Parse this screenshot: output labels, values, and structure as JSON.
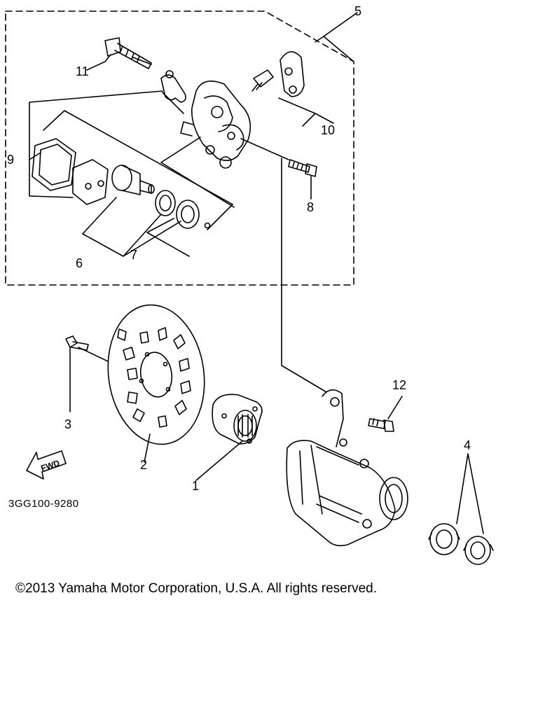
{
  "callouts": {
    "c1": "1",
    "c2": "2",
    "c3": "3",
    "c4": "4",
    "c5": "5",
    "c6": "6",
    "c7": "7",
    "c8": "8",
    "c9": "9",
    "c10": "10",
    "c11": "11",
    "c12": "12"
  },
  "fwd_label": "FWD",
  "diagram_code": "3GG100-9280",
  "copyright": "©2013 Yamaha Motor Corporation, U.S.A. All rights reserved."
}
